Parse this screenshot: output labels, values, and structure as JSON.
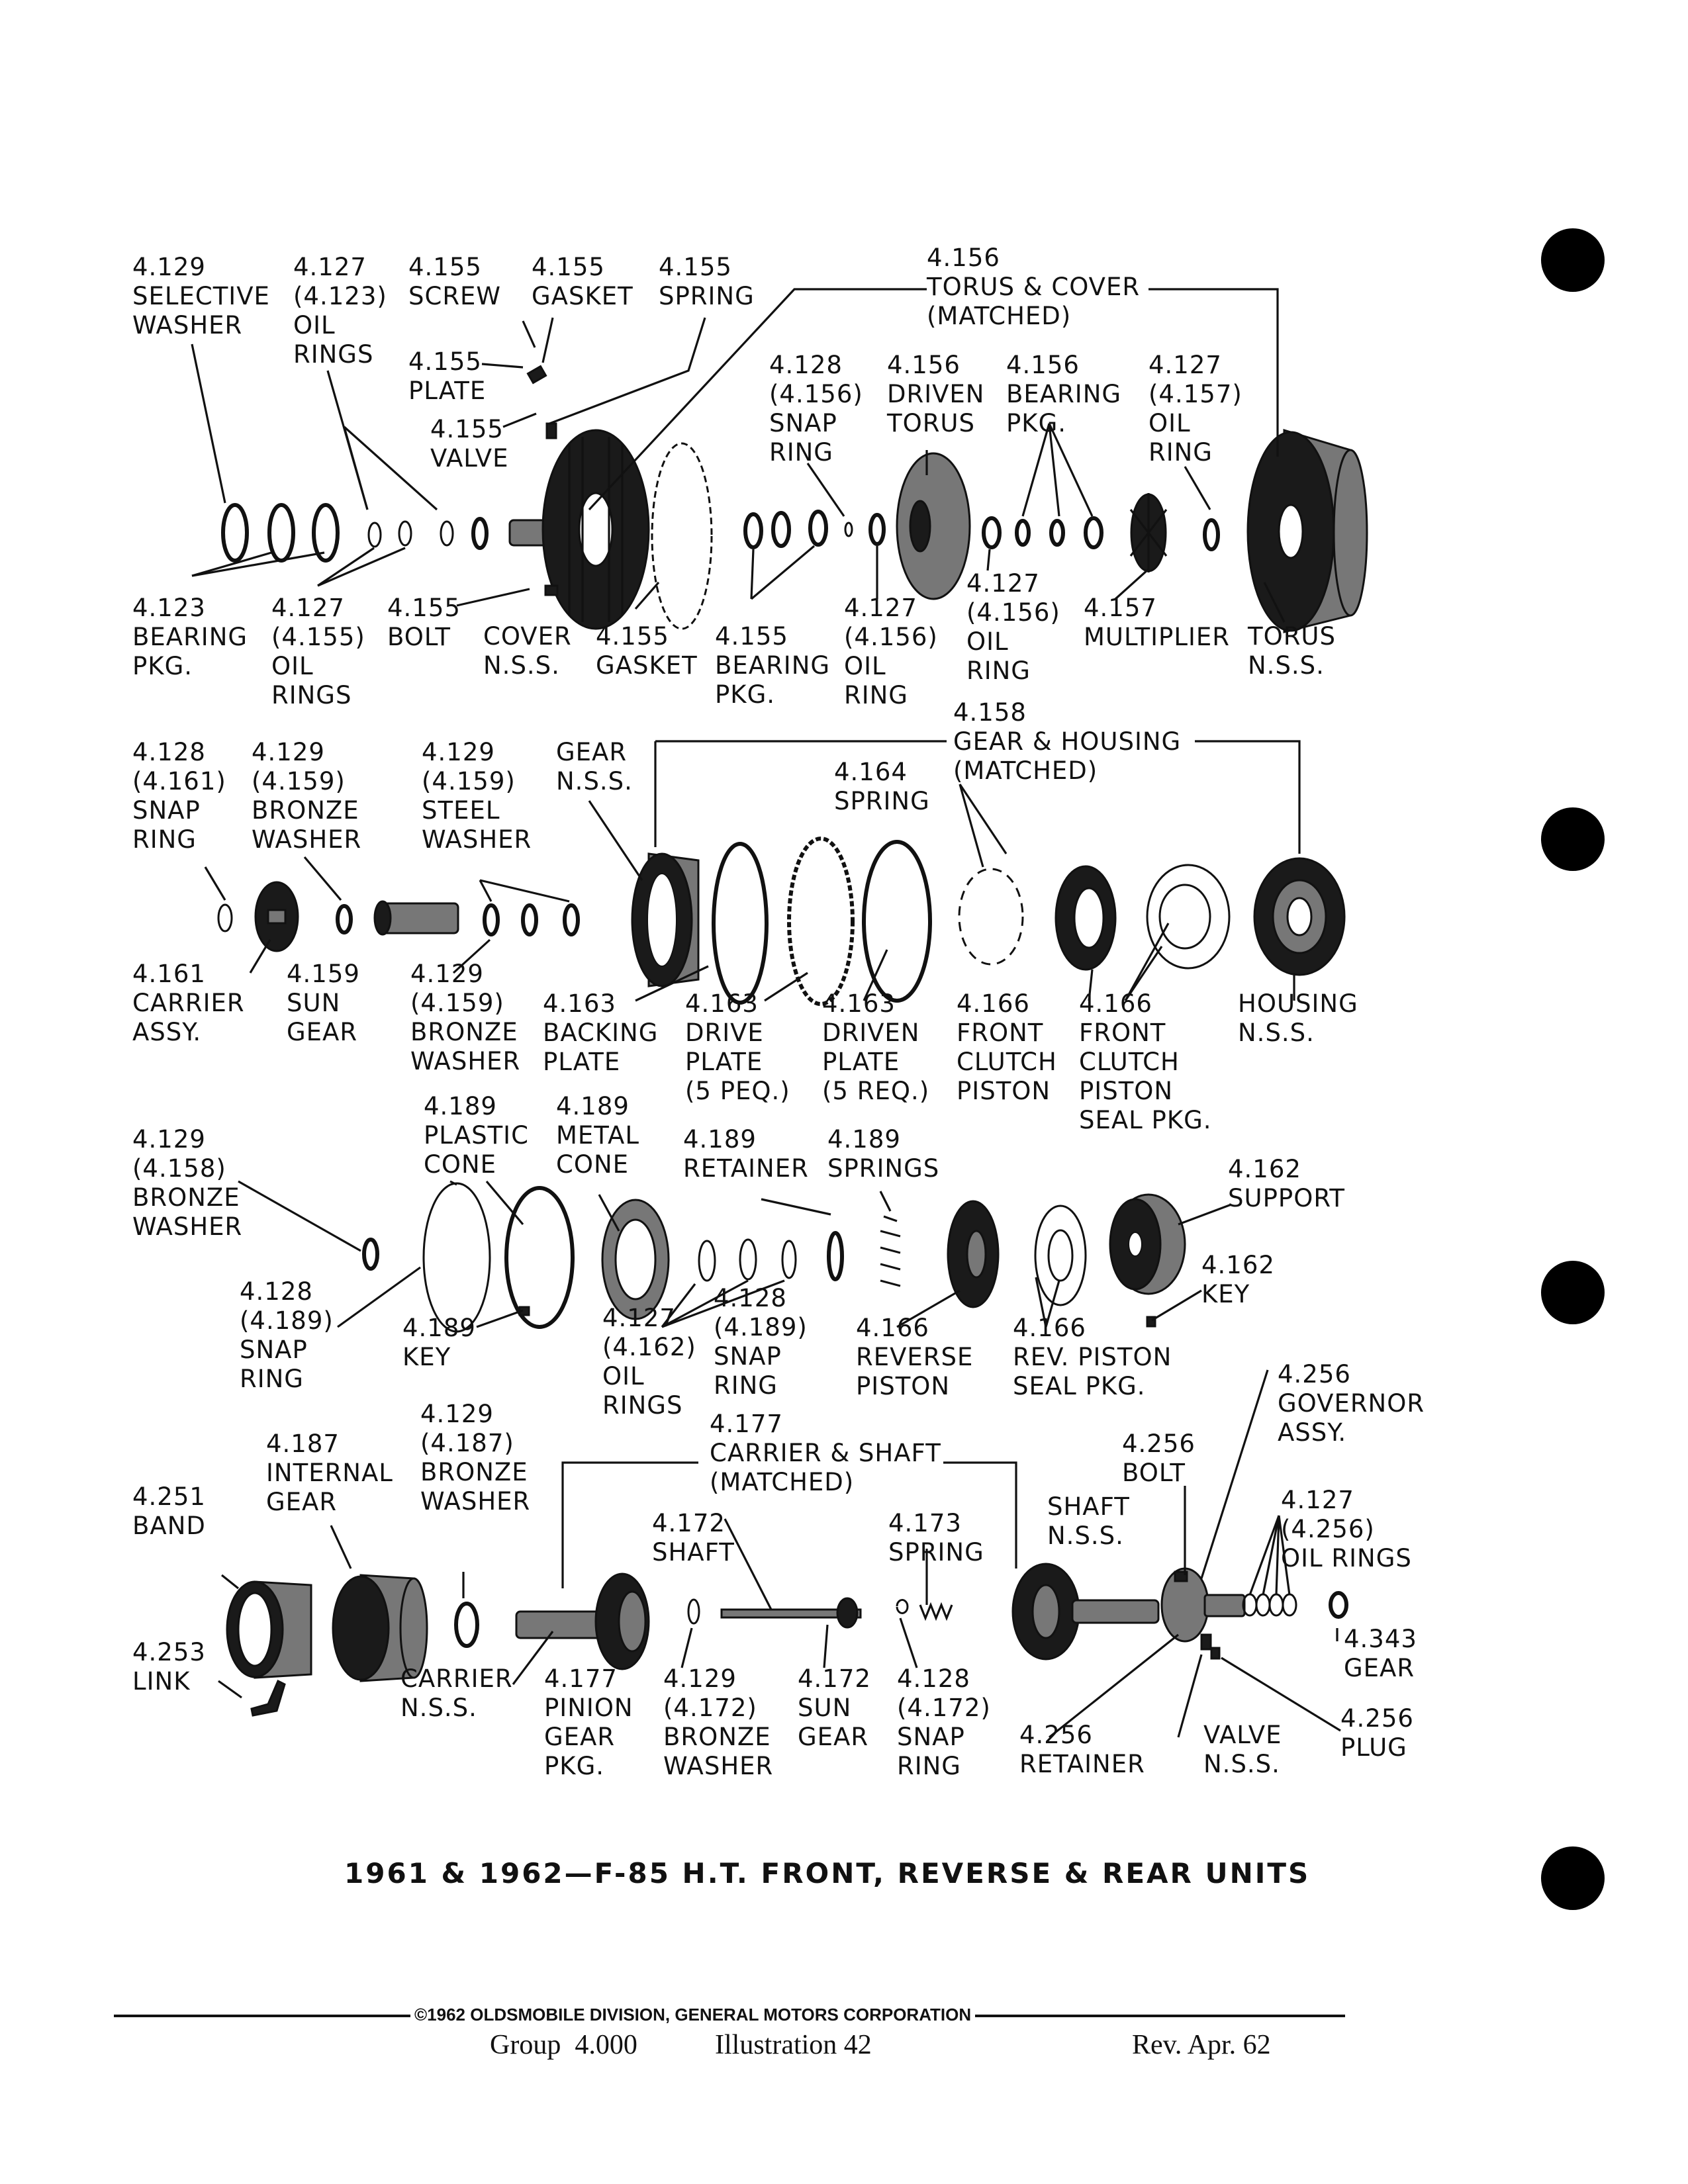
{
  "title": "1961 & 1962—F-85 H.T. FRONT, REVERSE & REAR UNITS",
  "footer": {
    "copyright": "©1962 OLDSMOBILE DIVISION, GENERAL MOTORS CORPORATION",
    "group": "Group  4.000",
    "illustration": "Illustration 42",
    "revision": "Rev. Apr. 62"
  },
  "labels": [
    {
      "id": "sel-washer",
      "text": "4.129\nSELECTIVE\nWASHER"
    },
    {
      "id": "oil-rings-4127",
      "text": "4.127\n(4.123)\nOIL\nRINGS"
    },
    {
      "id": "screw-4155",
      "text": "4.155\nSCREW"
    },
    {
      "id": "gasket-4155-top",
      "text": "4.155\nGASKET"
    },
    {
      "id": "spring-4155",
      "text": "4.155\nSPRING"
    },
    {
      "id": "plate-4155",
      "text": "4.155\nPLATE"
    },
    {
      "id": "valve-4155",
      "text": "4.155\nVALVE"
    },
    {
      "id": "torus-cover",
      "text": "4.156\nTORUS & COVER\n(MATCHED)"
    },
    {
      "id": "snap-ring-4128",
      "text": "4.128\n(4.156)\nSNAP\nRING"
    },
    {
      "id": "driven-torus",
      "text": "4.156\nDRIVEN\nTORUS"
    },
    {
      "id": "bearing-pkg-4156",
      "text": "4.156\nBEARING\nPKG."
    },
    {
      "id": "oil-ring-4157",
      "text": "4.127\n(4.157)\nOIL\nRING"
    },
    {
      "id": "bearing-pkg-4123",
      "text": "4.123\nBEARING\nPKG."
    },
    {
      "id": "oil-rings-4155",
      "text": "4.127\n(4.155)\nOIL\nRINGS"
    },
    {
      "id": "bolt-4155",
      "text": "4.155\nBOLT"
    },
    {
      "id": "cover-nss",
      "text": "COVER\nN.S.S."
    },
    {
      "id": "gasket-4155-bottom",
      "text": "4.155\nGASKET"
    },
    {
      "id": "bearing-pkg-4155",
      "text": "4.155\nBEARING\nPKG."
    },
    {
      "id": "oil-ring-4156-a",
      "text": "4.127\n(4.156)\nOIL\nRING"
    },
    {
      "id": "oil-ring-4156-b",
      "text": "4.127\n(4.156)\nOIL\nRING"
    },
    {
      "id": "multiplier",
      "text": "4.157\nMULTIPLIER"
    },
    {
      "id": "torus-nss",
      "text": "TORUS\nN.S.S."
    },
    {
      "id": "gear-housing",
      "text": "4.158\nGEAR & HOUSING\n(MATCHED)"
    },
    {
      "id": "snap-ring-4161",
      "text": "4.128\n(4.161)\nSNAP\nRING"
    },
    {
      "id": "bronze-washer-4159-top",
      "text": "4.129\n(4.159)\nBRONZE\nWASHER"
    },
    {
      "id": "steel-washer-4159",
      "text": "4.129\n(4.159)\nSTEEL\nWASHER"
    },
    {
      "id": "gear-nss",
      "text": "GEAR\nN.S.S."
    },
    {
      "id": "spring-4164",
      "text": "4.164\nSPRING"
    },
    {
      "id": "carrier-assy",
      "text": "4.161\nCARRIER\nASSY."
    },
    {
      "id": "sun-gear-4159",
      "text": "4.159\nSUN\nGEAR"
    },
    {
      "id": "bronze-washer-4159-bottom",
      "text": "4.129\n(4.159)\nBRONZE\nWASHER"
    },
    {
      "id": "backing-plate",
      "text": "4.163\nBACKING\nPLATE"
    },
    {
      "id": "drive-plate",
      "text": "4.163\nDRIVE\nPLATE\n(5 PEQ.)"
    },
    {
      "id": "driven-plate",
      "text": "4.163\nDRIVEN\nPLATE\n(5 REQ.)"
    },
    {
      "id": "front-clutch-piston",
      "text": "4.166\nFRONT\nCLUTCH\nPISTON"
    },
    {
      "id": "front-clutch-seal",
      "text": "4.166\nFRONT\nCLUTCH\nPISTON\nSEAL PKG."
    },
    {
      "id": "housing-nss",
      "text": "HOUSING\nN.S.S."
    },
    {
      "id": "bronze-washer-4158",
      "text": "4.129\n(4.158)\nBRONZE\nWASHER"
    },
    {
      "id": "plastic-cone",
      "text": "4.189\nPLASTIC\nCONE"
    },
    {
      "id": "metal-cone",
      "text": "4.189\nMETAL\nCONE"
    },
    {
      "id": "retainer-4189",
      "text": "4.189\nRETAINER"
    },
    {
      "id": "springs-4189",
      "text": "4.189\nSPRINGS"
    },
    {
      "id": "support-4162",
      "text": "4.162\nSUPPORT"
    },
    {
      "id": "key-4162",
      "text": "4.162\nKEY"
    },
    {
      "id": "snap-ring-4189-left",
      "text": "4.128\n(4.189)\nSNAP\nRING"
    },
    {
      "id": "key-4189",
      "text": "4.189\nKEY"
    },
    {
      "id": "oil-rings-4162",
      "text": "4.127\n(4.162)\nOIL\nRINGS"
    },
    {
      "id": "snap-ring-4189-right",
      "text": "4.128\n(4.189)\nSNAP\nRING"
    },
    {
      "id": "reverse-piston",
      "text": "4.166\nREVERSE\nPISTON"
    },
    {
      "id": "rev-piston-seal",
      "text": "4.166\nREV. PISTON\nSEAL PKG."
    },
    {
      "id": "governor-assy",
      "text": "4.256\nGOVERNOR\nASSY."
    },
    {
      "id": "band",
      "text": "4.251\nBAND"
    },
    {
      "id": "internal-gear",
      "text": "4.187\nINTERNAL\nGEAR"
    },
    {
      "id": "bronze-washer-4187",
      "text": "4.129\n(4.187)\nBRONZE\nWASHER"
    },
    {
      "id": "carrier-shaft",
      "text": "4.177\nCARRIER & SHAFT\n(MATCHED)"
    },
    {
      "id": "bolt-4256",
      "text": "4.256\nBOLT"
    },
    {
      "id": "shaft-4172",
      "text": "4.172\nSHAFT"
    },
    {
      "id": "spring-4173",
      "text": "4.173\nSPRING"
    },
    {
      "id": "shaft-nss",
      "text": "SHAFT\nN.S.S."
    },
    {
      "id": "oil-rings-4256",
      "text": "4.127\n(4.256)\nOIL RINGS"
    },
    {
      "id": "link-4253",
      "text": "4.253\nLINK"
    },
    {
      "id": "carrier-nss",
      "text": "CARRIER\nN.S.S."
    },
    {
      "id": "pinion-gear-pkg",
      "text": "4.177\nPINION\nGEAR\nPKG."
    },
    {
      "id": "bronze-washer-4172",
      "text": "4.129\n(4.172)\nBRONZE\nWASHER"
    },
    {
      "id": "sun-gear-4172",
      "text": "4.172\nSUN\nGEAR"
    },
    {
      "id": "snap-ring-4172",
      "text": "4.128\n(4.172)\nSNAP\nRING"
    },
    {
      "id": "retainer-4256",
      "text": "4.256\nRETAINER"
    },
    {
      "id": "valve-nss",
      "text": "VALVE\nN.S.S."
    },
    {
      "id": "plug-4256",
      "text": "4.256\nPLUG"
    },
    {
      "id": "gear-4343",
      "text": "4.343\nGEAR"
    }
  ]
}
